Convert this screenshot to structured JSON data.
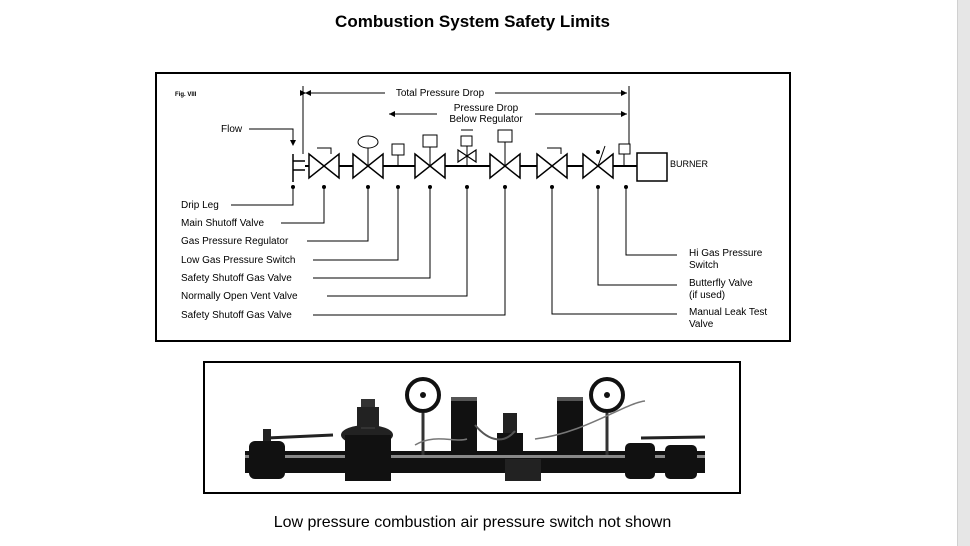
{
  "title": "Combustion System Safety Limits",
  "caption": "Low pressure combustion air pressure switch not shown",
  "diagram": {
    "fig_label": "Fig. VIII",
    "total_pressure_drop": "Total Pressure Drop",
    "pressure_drop_below_regulator": [
      "Pressure Drop",
      "Below Regulator"
    ],
    "flow": "Flow",
    "burner": "BURNER",
    "left_labels": [
      "Drip Leg",
      "Main Shutoff Valve",
      "Gas Pressure Regulator",
      "Low Gas Pressure Switch",
      "Safety Shutoff Gas Valve",
      "Normally Open Vent Valve",
      "Safety Shutoff Gas Valve"
    ],
    "right_labels": {
      "hi_gas_switch": [
        "Hi Gas Pressure",
        "Switch"
      ],
      "butterfly_valve": [
        "Butterfly Valve",
        "(if used)"
      ],
      "manual_leak_test": [
        "Manual Leak Test",
        "Valve"
      ]
    }
  }
}
